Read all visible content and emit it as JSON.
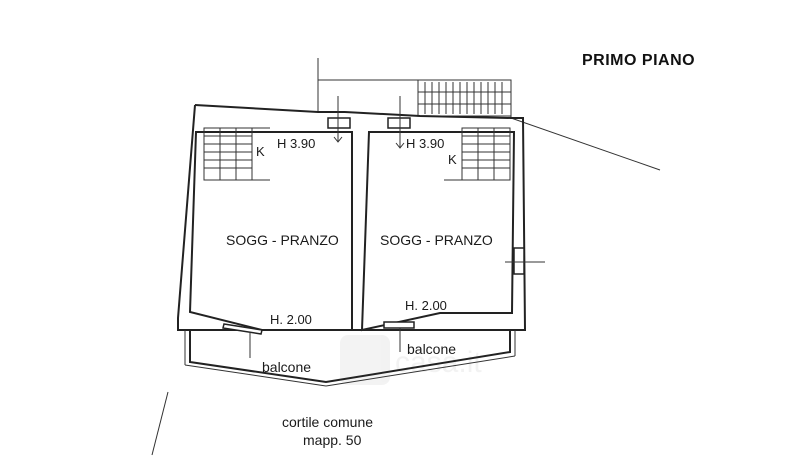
{
  "plan": {
    "floor_title": "PRIMO PIANO",
    "units": [
      {
        "room_label": "SOGG - PRANZO",
        "height_top": "H 3.90",
        "height_bottom": "H. 2.00",
        "kitchen_mark": "K"
      },
      {
        "room_label": "SOGG - PRANZO",
        "height_top": "H 3.90",
        "height_bottom": "H. 2.00",
        "kitchen_mark": "K"
      }
    ],
    "balconies": [
      "balcone",
      "balcone"
    ],
    "courtyard": {
      "line1": "cortile comune",
      "line2": "mapp. 50"
    },
    "watermark": "casa.it"
  }
}
